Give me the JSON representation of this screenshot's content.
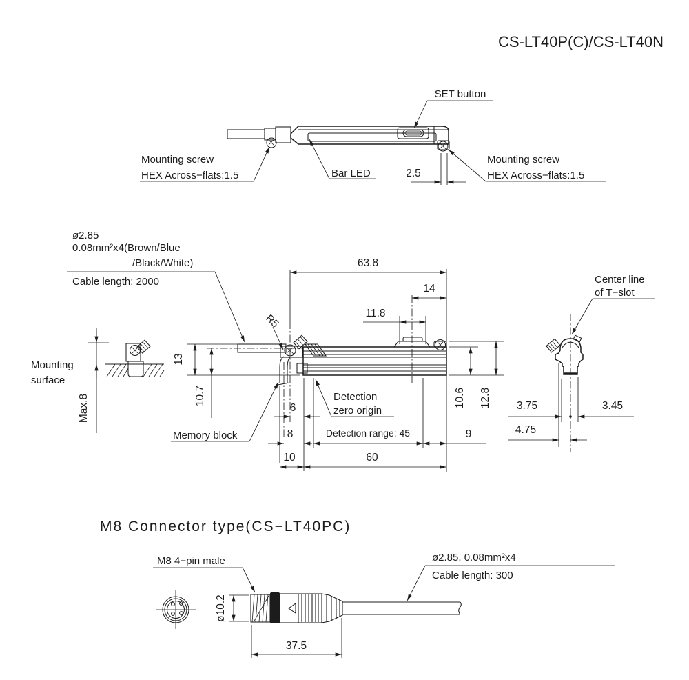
{
  "drawing_title": "CS-LT40P(C)/CS-LT40N",
  "colors": {
    "line_color": "#1c1c1c",
    "background": "#ffffff"
  },
  "top_view": {
    "set_button_label": "SET button",
    "left_mounting_screw_label_line1": "Mounting screw",
    "left_mounting_screw_label_line2": "HEX Across−flats:1.5",
    "bar_led_label": "Bar LED",
    "dim_screw_offset": "2.5",
    "right_mounting_screw_label_line1": "Mounting screw",
    "right_mounting_screw_label_line2": "HEX Across−flats:1.5"
  },
  "front_view": {
    "cable_diameter_label": "ø2.85",
    "cable_core_label": "0.08mm²x4(Brown/Blue",
    "cable_core_label_cont": "/Black/White)",
    "cable_length_label": "Cable length: 2000",
    "mounting_surface_label_line1": "Mounting",
    "mounting_surface_label_line2": "surface",
    "max_height_label": "Max.8",
    "bend_radius_label": "R5",
    "memory_block_label": "Memory block",
    "detection_zero_label_line1": "Detection",
    "detection_zero_label_line2": "zero origin",
    "detection_range_label": "Detection range: 45",
    "dim_total_length": "63.8",
    "dim_set_to_end": "14",
    "dim_button_plateau": "11.8",
    "dim_height_13": "13",
    "dim_cable_height": "10.7",
    "dim_6": "6",
    "dim_8": "8",
    "dim_10": "10",
    "dim_60": "60",
    "dim_9": "9",
    "dim_body_height": "10.6",
    "dim_overall_height": "12.8"
  },
  "end_view": {
    "center_line_label_line1": "Center line",
    "center_line_label_line2": "of T−slot",
    "dim_left_offset": "3.75",
    "dim_right_offset": "3.45",
    "dim_foot_offset": "4.75"
  },
  "connector_section": {
    "section_title": "M8 Connector type(CS−LT40PC)",
    "connector_label": "M8 4−pin male",
    "cable_spec_label": "ø2.85, 0.08mm²x4",
    "cable_length_label": "Cable length: 300",
    "dim_thread_diameter": "ø10.2",
    "dim_connector_length": "37.5"
  }
}
